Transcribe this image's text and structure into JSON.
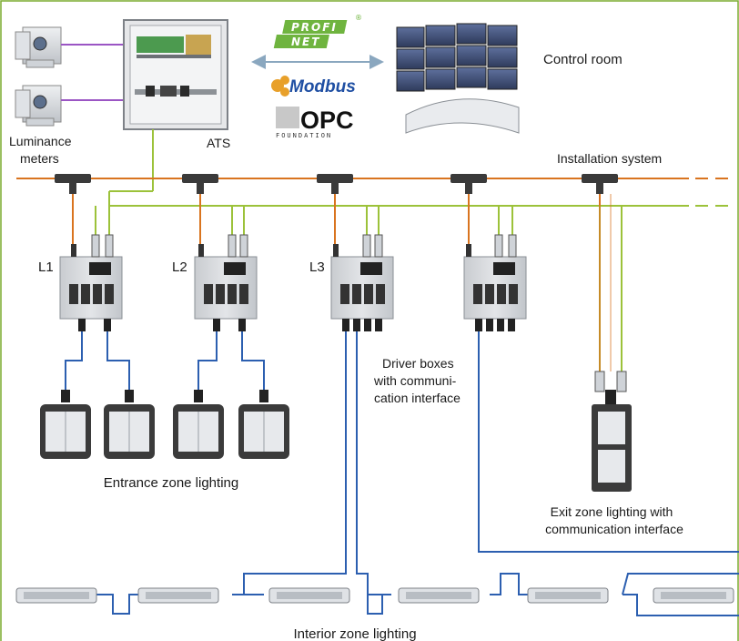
{
  "colors": {
    "frame": "#7aab2e",
    "bus_orange": "#d9741f",
    "bus_green": "#9cc23a",
    "link_purple": "#9b55c4",
    "link_blue": "#2c5fb0",
    "arrow": "#8aa7bf",
    "box_fill": "#d7d9dc"
  },
  "labels": {
    "luminance_meters": [
      "Luminance",
      "meters"
    ],
    "ats": "ATS",
    "control_room": "Control room",
    "installation_system": "Installation system",
    "driver_boxes": [
      "Driver boxes",
      "with communi-",
      "cation interface"
    ],
    "entrance_zone": "Entrance zone lighting",
    "exit_zone": [
      "Exit zone lighting with",
      "communication interface"
    ],
    "interior_zone": "Interior zone lighting"
  },
  "driver_boxes": [
    {
      "id": "L1",
      "label": "L1"
    },
    {
      "id": "L2",
      "label": "L2"
    },
    {
      "id": "L3",
      "label": "L3"
    },
    {
      "id": "L4",
      "label": ""
    }
  ],
  "protocols": {
    "profinet_top": "PROFI",
    "profinet_bottom": "NET",
    "profinet_reg": "®",
    "modbus": "Modbus",
    "opc": "OPC",
    "opc_foundation": "FOUNDATION"
  },
  "icons": {
    "luminance_meter": "luminance-meter-icon",
    "ats_cabinet": "control-cabinet-icon",
    "control_room": "video-wall-icon",
    "floodlight": "floodlight-icon",
    "tube_luminaire": "linear-luminaire-icon",
    "exit_luminaire": "exit-luminaire-icon",
    "t_connector": "t-connector-icon",
    "driver_box": "driver-box-icon"
  }
}
